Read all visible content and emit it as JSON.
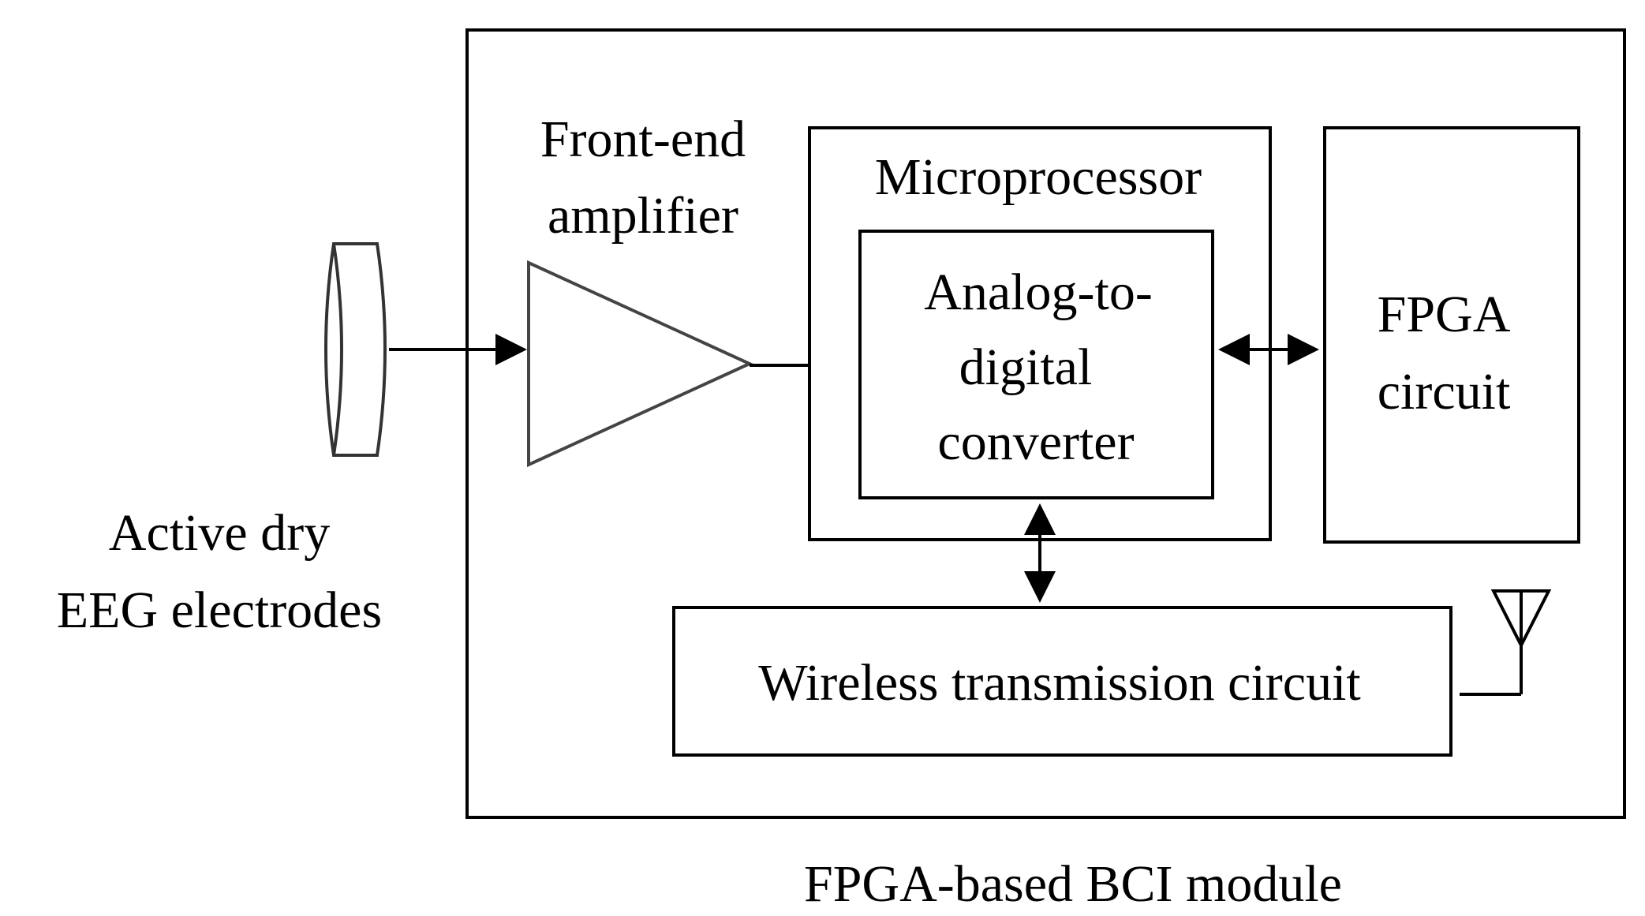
{
  "electrodes": {
    "label_line1": "Active dry",
    "label_line2": "EEG electrodes"
  },
  "amplifier": {
    "label_line1": "Front-end",
    "label_line2": "amplifier"
  },
  "microprocessor": {
    "label": "Microprocessor"
  },
  "adc": {
    "label_line1": "Analog-to-",
    "label_line2": "digital",
    "label_line3": "converter"
  },
  "fpga": {
    "label_line1": "FPGA",
    "label_line2": "circuit"
  },
  "wireless": {
    "label": "Wireless transmission circuit"
  },
  "module": {
    "caption": "FPGA-based BCI module"
  }
}
